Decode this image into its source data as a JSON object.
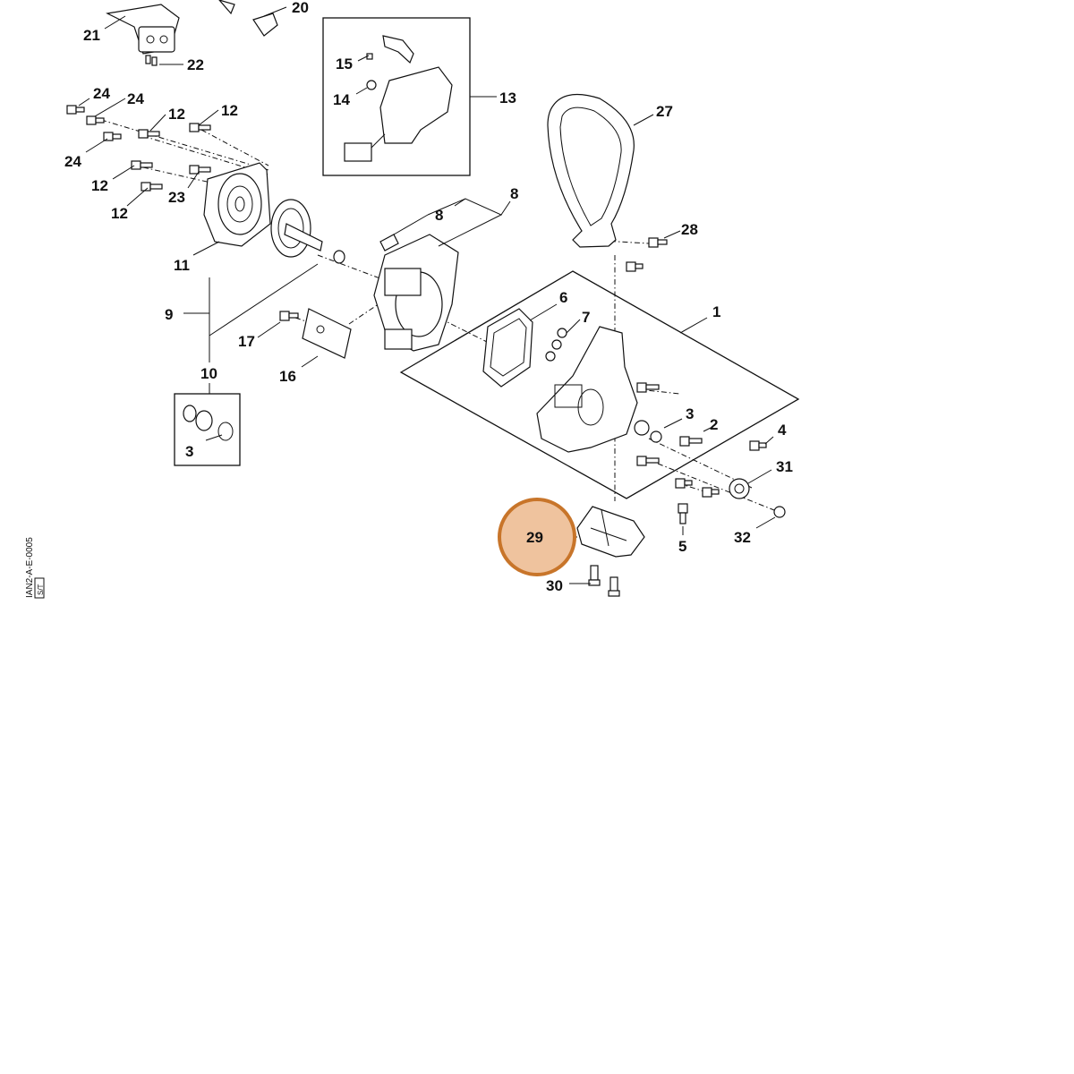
{
  "diagram": {
    "highlight_color": "#c8752a",
    "highlight_fill": "#efc39e",
    "side_code": "IAN2-A-E-0005",
    "side_code_suffix": "S/T",
    "callouts": [
      "1",
      "2",
      "3",
      "3",
      "4",
      "5",
      "6",
      "7",
      "8",
      "8",
      "9",
      "10",
      "11",
      "12",
      "12",
      "12",
      "12",
      "13",
      "14",
      "15",
      "16",
      "17",
      "20",
      "21",
      "22",
      "23",
      "24",
      "24",
      "24",
      "27",
      "28",
      "29",
      "30",
      "31",
      "32"
    ]
  }
}
